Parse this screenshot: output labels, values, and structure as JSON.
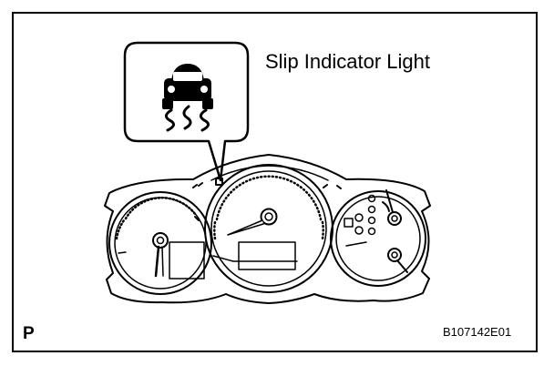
{
  "callout": {
    "label": "Slip Indicator Light",
    "icon": "skid-car-icon"
  },
  "corner_letter": "P",
  "figure_code": "B107142E01",
  "colors": {
    "line": "#000000",
    "background": "#ffffff"
  }
}
